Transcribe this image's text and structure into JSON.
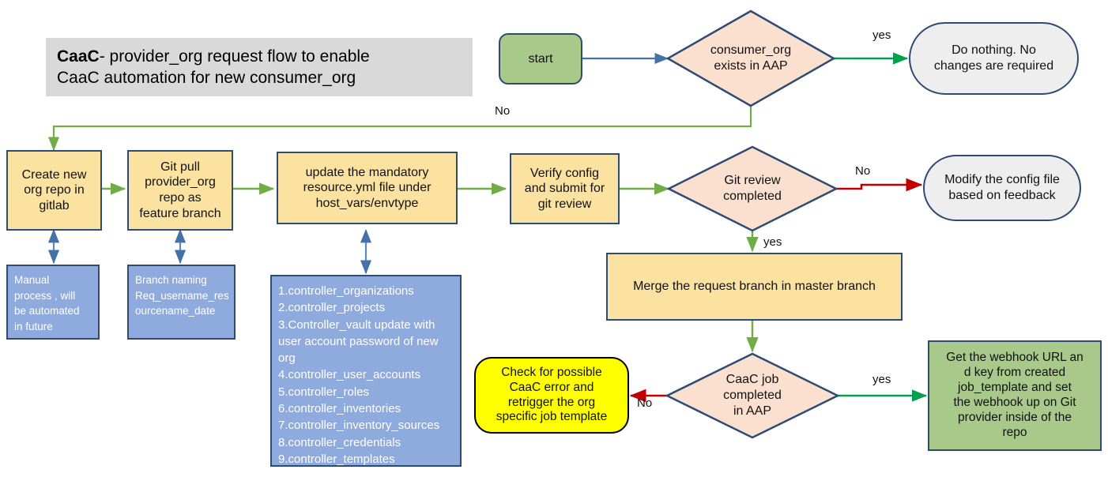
{
  "title": {
    "line1_bold": "CaaC",
    "line1_rest": "- provider_org request flow to enable",
    "line2": "CaaC  automation for new consumer_org"
  },
  "colors": {
    "process_fill": "#fbe2a0",
    "decision_fill": "#fbe0d0",
    "start_fill": "#a9c98a",
    "note_fill": "#8faadc",
    "terminal_fill": "#eeeeee",
    "highlight_fill": "#ffff00",
    "border": "#2d4b73",
    "edge_green": "#70ad47",
    "edge_blue": "#4472a8",
    "edge_red": "#c00000",
    "edge_darkgreen": "#00a050",
    "banner_bg": "#d9d9d9"
  },
  "nodes": {
    "start": "start",
    "decision_consumer_org": "consumer_org\nexists in AAP",
    "do_nothing": "Do nothing. No\nchanges are required",
    "create_repo": "Create new\norg repo in\ngitlab",
    "git_pull": "Git  pull\nprovider_org\nrepo as\nfeature branch",
    "update_resource": "update the mandatory\nresource.yml file under\nhost_vars/envtype",
    "verify_config": "Verify config\nand submit for\ngit review",
    "decision_git_review": "Git review\ncompleted",
    "modify_config": "Modify the config file\nbased on feedback",
    "merge_request": "Merge the request branch in master branch",
    "decision_caac_job": "CaaC job\ncompleted\nin AAP",
    "check_error": "Check for possible\nCaaC error and\nretrigger the org\nspecific job template",
    "get_webhook": "Get the webhook URL an\nd key from created\njob_template and  set\nthe webhook up on Git\nprovider inside of the\nrepo"
  },
  "notes": {
    "manual_process": "Manual\nprocess , will\nbe automated\nin future",
    "branch_naming": "Branch naming\nReq_username_res\nourcename_date",
    "controller_list": [
      "1.controller_organizations",
      "2.controller_projects",
      "3.Controller_vault update with user account password of new org",
      "4.controller_user_accounts",
      "5.controller_roles",
      "6.controller_inventories",
      "7.controller_inventory_sources",
      "8.controller_credentials",
      "9.controller_templates"
    ]
  },
  "edge_labels": {
    "yes_top": "yes",
    "no_top": "No",
    "no_git_review": "No",
    "yes_git_review": "yes",
    "yes_caac": "yes",
    "no_caac": "No"
  }
}
